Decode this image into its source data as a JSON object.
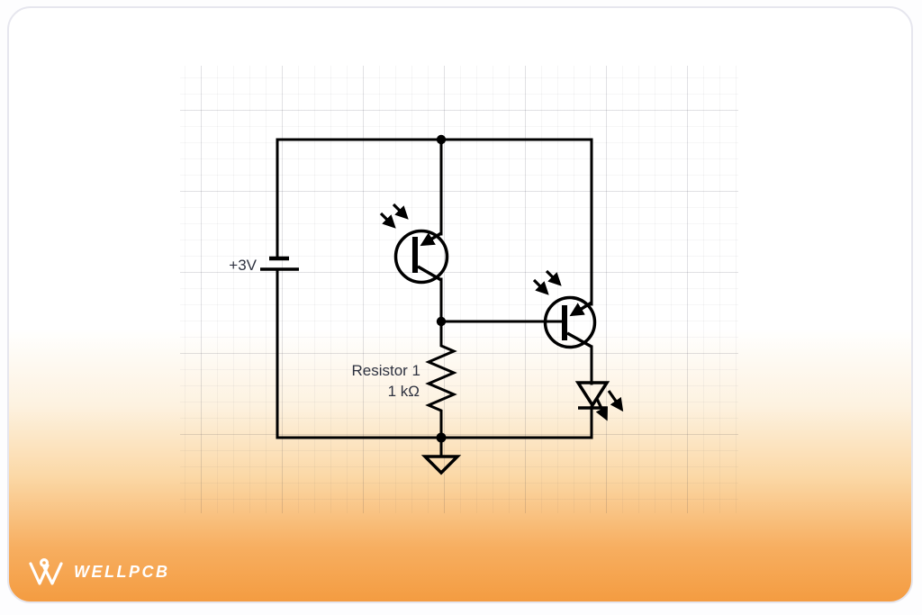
{
  "schematic": {
    "labels": {
      "battery_voltage": "+3V",
      "resistor_name": "Resistor 1",
      "resistor_value": "1 kΩ"
    },
    "components": [
      {
        "name": "battery",
        "label": "+3V"
      },
      {
        "name": "phototransistor-1"
      },
      {
        "name": "phototransistor-2"
      },
      {
        "name": "resistor",
        "label": "Resistor 1",
        "value": "1 kΩ"
      },
      {
        "name": "led"
      },
      {
        "name": "ground"
      }
    ]
  },
  "branding": {
    "logo_text": "WELLPCB"
  },
  "colors": {
    "wire": "#000000",
    "label_text": "#2e3240",
    "orange_accent": "#f49c41",
    "card_border": "#e6e6ee",
    "logo_text": "#ffffff"
  }
}
